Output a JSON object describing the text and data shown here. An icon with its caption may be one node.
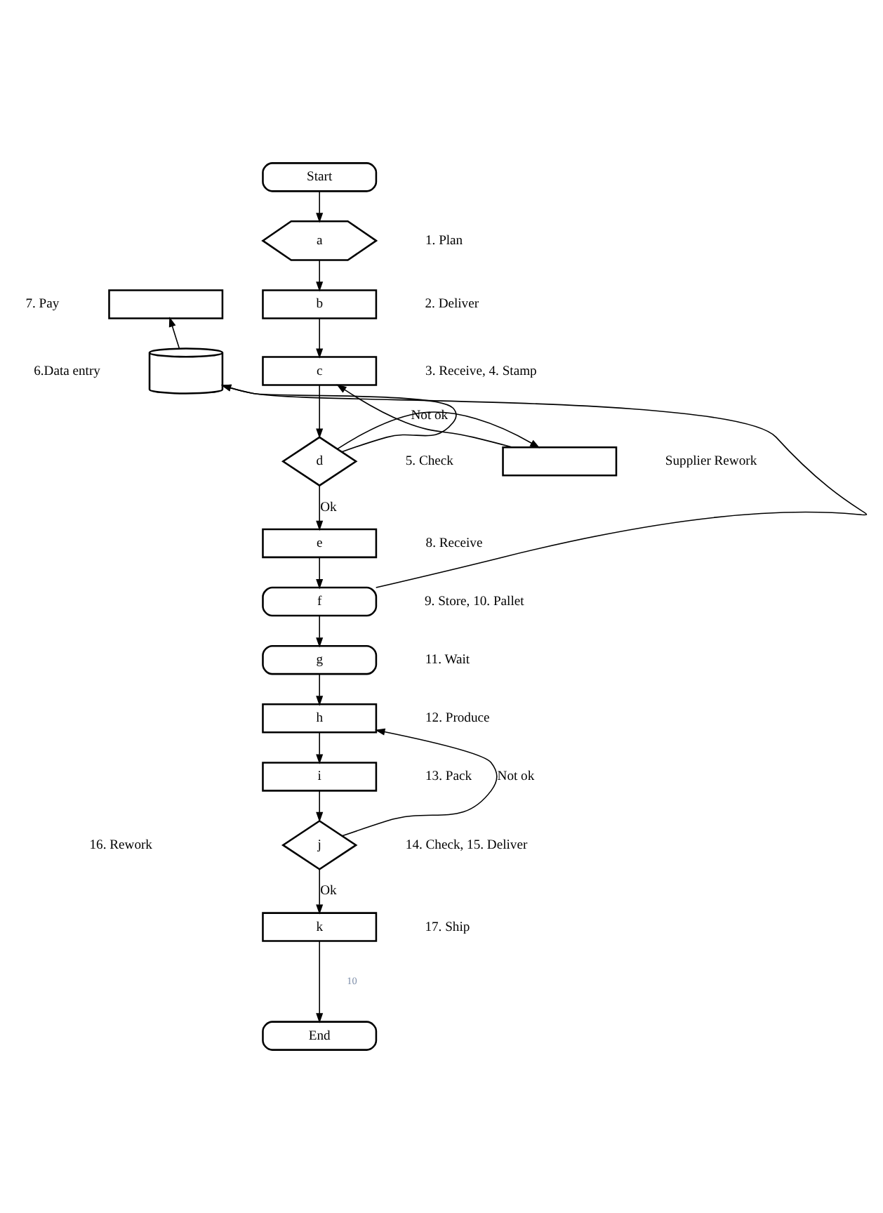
{
  "diagram": {
    "nodes": [
      {
        "text": [
          "Start"
        ]
      },
      {
        "text": [
          "a"
        ],
        "beside": [
          "1. Plan"
        ]
      },
      {
        "text": [
          "b"
        ],
        "beside": [
          "2. Deliver"
        ]
      },
      {
        "text": [
          "c"
        ],
        "beside": [
          "3. Receive, 4. Stamp"
        ]
      },
      {
        "text": [
          "d"
        ],
        "beside": [
          "5. Check"
        ]
      },
      {
        "text": [],
        "shape": "box",
        "beside": [
          "Supplier Rework"
        ]
      },
      {
        "text": [
          "e"
        ],
        "beside": [
          "8. Receive"
        ]
      },
      {
        "text": [
          "f"
        ],
        "beside": [
          "9. Store, 10. Pallet"
        ]
      },
      {
        "text": [
          "g"
        ],
        "beside": [
          "11. Wait"
        ]
      },
      {
        "text": [
          "h"
        ],
        "beside": [
          "12. Produce"
        ]
      },
      {
        "text": [
          "i"
        ],
        "beside": [
          "13. Pack"
        ]
      },
      {
        "text": [
          "j"
        ],
        "beside": [
          "14. Check, 15. Deliver"
        ]
      },
      {
        "text": [
          "k"
        ],
        "beside": [
          "17. Ship"
        ]
      },
      {
        "text": [
          "End"
        ]
      },
      {
        "text": [],
        "shape": "cylinder",
        "beside": [
          "6.Data entry"
        ]
      },
      {
        "text": [],
        "shape": "box",
        "beside": [
          "7. Pay"
        ]
      }
    ],
    "edges": [
      {
        "from": 0,
        "to": 1,
        "arrow": "to"
      },
      {
        "from": 1,
        "to": 2,
        "arrow": "to"
      },
      {
        "from": 2,
        "to": 3,
        "arrow": "to"
      },
      {
        "from": 3,
        "to": 4,
        "arrow": "to"
      },
      {
        "from": 4,
        "to": 5,
        "arrow": "to",
        "label": "Not ok"
      },
      {
        "from": 5,
        "to": 3,
        "arrow": "to"
      },
      {
        "from": 4,
        "to": 14,
        "arrow": "to"
      },
      {
        "from": 7,
        "to": 14,
        "arrow": "to"
      },
      {
        "from": 14,
        "to": 15,
        "arrow": "to"
      },
      {
        "from": 4,
        "to": 6,
        "arrow": "to",
        "label": "Ok"
      },
      {
        "from": 6,
        "to": 7,
        "arrow": "to"
      },
      {
        "from": 7,
        "to": 8,
        "arrow": "to"
      },
      {
        "from": 8,
        "to": 9,
        "arrow": "to"
      },
      {
        "from": 9,
        "to": 10,
        "arrow": "to"
      },
      {
        "from": 10,
        "to": 11,
        "arrow": "to"
      },
      {
        "from": 11,
        "to": 9,
        "arrow": "to",
        "label": "Not ok"
      },
      {
        "from": 11,
        "to": 12,
        "arrow": "to",
        "label": "Ok"
      },
      {
        "from": 12,
        "to": 13,
        "arrow": "to"
      }
    ],
    "labels": [
      "16. Rework",
      "10"
    ]
  }
}
